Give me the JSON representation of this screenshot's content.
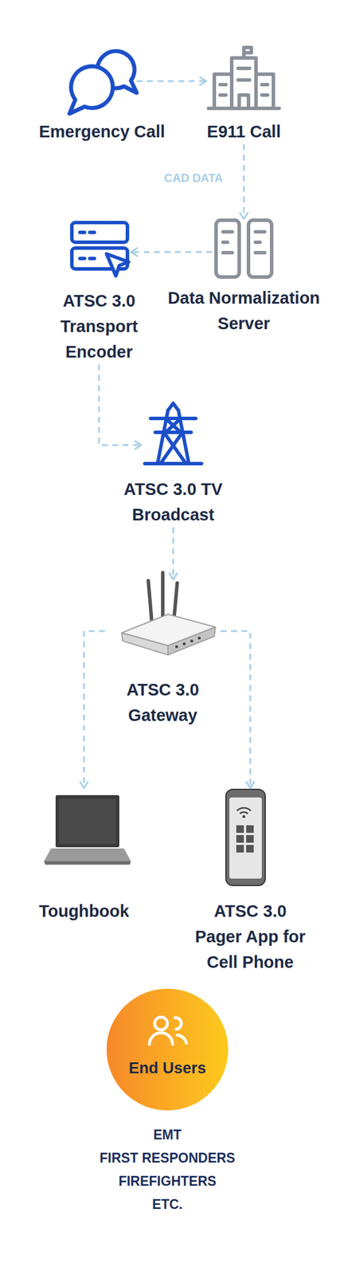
{
  "diagram": {
    "nodes": [
      {
        "text": [
          "Emergency Call"
        ]
      },
      {
        "text": [
          "E911 Call"
        ]
      },
      {
        "text": [
          "ATSC 3.0 Transport Encoder"
        ]
      },
      {
        "text": [
          "Data Normalization Server"
        ]
      },
      {
        "text": [
          "ATSC 3.0 TV Broadcast"
        ]
      },
      {
        "text": [
          "ATSC 3.0 Gateway"
        ]
      },
      {
        "text": [
          "Toughbook"
        ]
      },
      {
        "text": [
          "ATSC 3.0 Pager App for Cell Phone"
        ]
      },
      {
        "text": [
          "End Users"
        ]
      }
    ],
    "edges": [
      {
        "from": 0,
        "to": 1,
        "arrow": "to"
      },
      {
        "from": 1,
        "to": 3,
        "label": "CAD DATA",
        "arrow": "to"
      },
      {
        "from": 3,
        "to": 2,
        "arrow": "to"
      },
      {
        "from": 2,
        "to": 4,
        "arrow": "to"
      },
      {
        "from": 4,
        "to": 5,
        "arrow": "to"
      },
      {
        "from": 5,
        "to": 6,
        "arrow": "to"
      },
      {
        "from": 5,
        "to": 7,
        "arrow": "to"
      }
    ],
    "labels": [
      "EMT",
      "FIRST RESPONDERS",
      "FIREFIGHTERS",
      "ETC."
    ]
  }
}
